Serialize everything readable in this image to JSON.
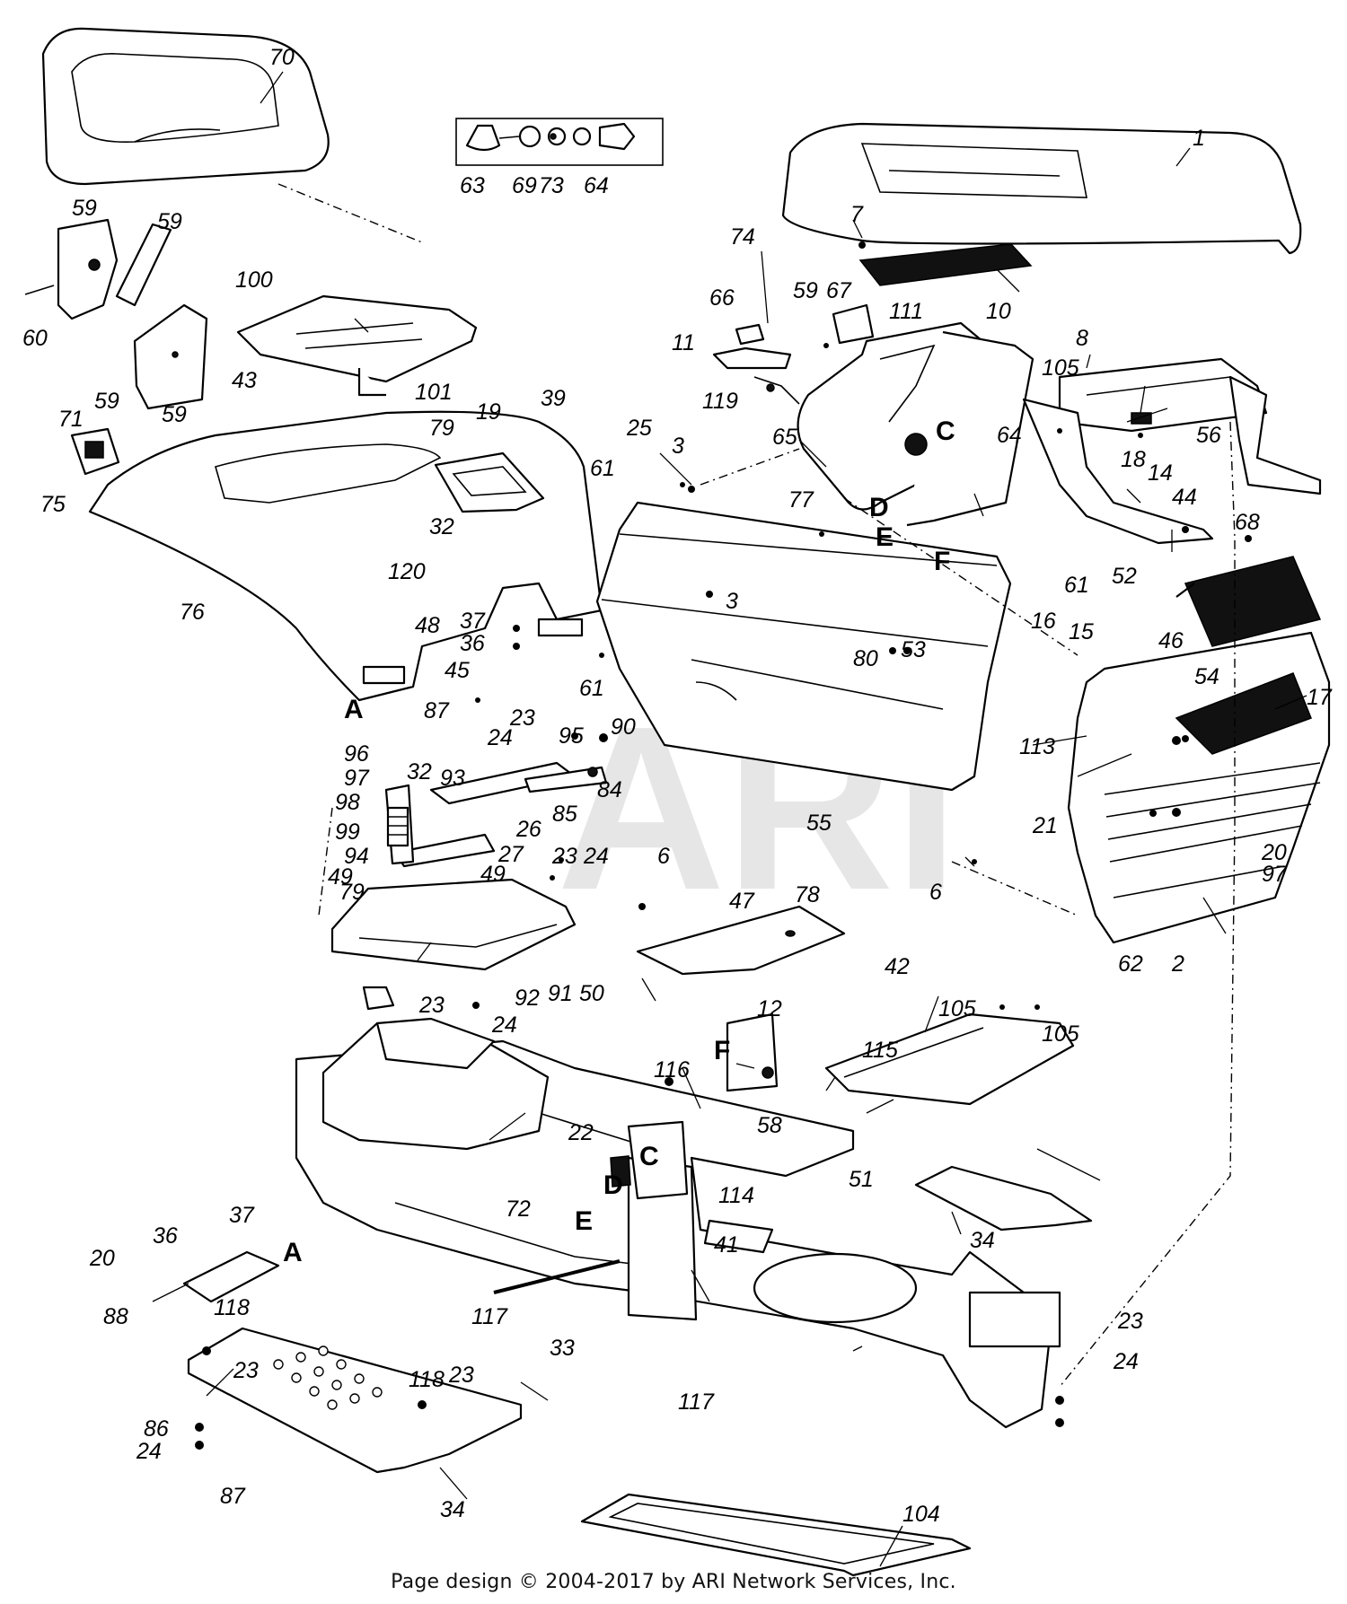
{
  "diagram": {
    "watermark": "ARI",
    "footer": "Page design © 2004-2017 by ARI Network Services, Inc.",
    "callouts": [
      {
        "id": "c70",
        "text": "70"
      },
      {
        "id": "c63",
        "text": "63"
      },
      {
        "id": "c69",
        "text": "69"
      },
      {
        "id": "c73",
        "text": "73"
      },
      {
        "id": "c64a",
        "text": "64"
      },
      {
        "id": "c1",
        "text": "1"
      },
      {
        "id": "c59a",
        "text": "59"
      },
      {
        "id": "c59b",
        "text": "59"
      },
      {
        "id": "c60",
        "text": "60"
      },
      {
        "id": "c59c",
        "text": "59"
      },
      {
        "id": "c59d",
        "text": "59"
      },
      {
        "id": "c100",
        "text": "100"
      },
      {
        "id": "c101",
        "text": "101"
      },
      {
        "id": "c74",
        "text": "74"
      },
      {
        "id": "c7",
        "text": "7"
      },
      {
        "id": "c66",
        "text": "66"
      },
      {
        "id": "c59e",
        "text": "59"
      },
      {
        "id": "c67",
        "text": "67"
      },
      {
        "id": "c111",
        "text": "111"
      },
      {
        "id": "c10",
        "text": "10"
      },
      {
        "id": "c8",
        "text": "8"
      },
      {
        "id": "c11",
        "text": "11"
      },
      {
        "id": "c119",
        "text": "119"
      },
      {
        "id": "c105a",
        "text": "105"
      },
      {
        "id": "c56",
        "text": "56"
      },
      {
        "id": "c18",
        "text": "18"
      },
      {
        "id": "c65",
        "text": "65"
      },
      {
        "id": "c64b",
        "text": "64"
      },
      {
        "id": "c14",
        "text": "14"
      },
      {
        "id": "c43",
        "text": "43"
      },
      {
        "id": "c79a",
        "text": "79"
      },
      {
        "id": "c19",
        "text": "19"
      },
      {
        "id": "c39",
        "text": "39"
      },
      {
        "id": "c25",
        "text": "25"
      },
      {
        "id": "c3a",
        "text": "3"
      },
      {
        "id": "c61a",
        "text": "61"
      },
      {
        "id": "c77",
        "text": "77"
      },
      {
        "id": "c71",
        "text": "71"
      },
      {
        "id": "c75",
        "text": "75"
      },
      {
        "id": "c32a",
        "text": "32"
      },
      {
        "id": "c120",
        "text": "120"
      },
      {
        "id": "c76",
        "text": "76"
      },
      {
        "id": "c44",
        "text": "44"
      },
      {
        "id": "c52",
        "text": "52"
      },
      {
        "id": "c68",
        "text": "68"
      },
      {
        "id": "c37a",
        "text": "37"
      },
      {
        "id": "c36a",
        "text": "36"
      },
      {
        "id": "c3b",
        "text": "3"
      },
      {
        "id": "c48",
        "text": "48"
      },
      {
        "id": "c45",
        "text": "45"
      },
      {
        "id": "c61b",
        "text": "61"
      },
      {
        "id": "c80",
        "text": "80"
      },
      {
        "id": "c53",
        "text": "53"
      },
      {
        "id": "c61c",
        "text": "61"
      },
      {
        "id": "c16",
        "text": "16"
      },
      {
        "id": "c15",
        "text": "15"
      },
      {
        "id": "c46",
        "text": "46"
      },
      {
        "id": "c54",
        "text": "54"
      },
      {
        "id": "c17",
        "text": "17"
      },
      {
        "id": "c87a",
        "text": "87"
      },
      {
        "id": "c23a",
        "text": "23"
      },
      {
        "id": "c24a",
        "text": "24"
      },
      {
        "id": "c95",
        "text": "95"
      },
      {
        "id": "c90",
        "text": "90"
      },
      {
        "id": "c96",
        "text": "96"
      },
      {
        "id": "c97a",
        "text": "97"
      },
      {
        "id": "c32b",
        "text": "32"
      },
      {
        "id": "c93",
        "text": "93"
      },
      {
        "id": "c84",
        "text": "84"
      },
      {
        "id": "c98",
        "text": "98"
      },
      {
        "id": "c85",
        "text": "85"
      },
      {
        "id": "c99",
        "text": "99"
      },
      {
        "id": "c26",
        "text": "26"
      },
      {
        "id": "c27",
        "text": "27"
      },
      {
        "id": "c94",
        "text": "94"
      },
      {
        "id": "c49a",
        "text": "49"
      },
      {
        "id": "c49b",
        "text": "49"
      },
      {
        "id": "c55",
        "text": "55"
      },
      {
        "id": "c113",
        "text": "113"
      },
      {
        "id": "c21",
        "text": "21"
      },
      {
        "id": "c23b",
        "text": "23"
      },
      {
        "id": "c24b",
        "text": "24"
      },
      {
        "id": "c6a",
        "text": "6"
      },
      {
        "id": "c6b",
        "text": "6"
      },
      {
        "id": "c20a",
        "text": "20"
      },
      {
        "id": "c97b",
        "text": "97"
      },
      {
        "id": "c79b",
        "text": "79"
      },
      {
        "id": "c47",
        "text": "47"
      },
      {
        "id": "c78",
        "text": "78"
      },
      {
        "id": "c62",
        "text": "62"
      },
      {
        "id": "c2",
        "text": "2"
      },
      {
        "id": "c92",
        "text": "92"
      },
      {
        "id": "c91",
        "text": "91"
      },
      {
        "id": "c50",
        "text": "50"
      },
      {
        "id": "c42",
        "text": "42"
      },
      {
        "id": "c105b",
        "text": "105"
      },
      {
        "id": "c105c",
        "text": "105"
      },
      {
        "id": "c23c",
        "text": "23"
      },
      {
        "id": "c24c",
        "text": "24"
      },
      {
        "id": "c12",
        "text": "12"
      },
      {
        "id": "c115",
        "text": "115"
      },
      {
        "id": "c116",
        "text": "116"
      },
      {
        "id": "c58",
        "text": "58"
      },
      {
        "id": "c22",
        "text": "22"
      },
      {
        "id": "c114",
        "text": "114"
      },
      {
        "id": "c51",
        "text": "51"
      },
      {
        "id": "c72",
        "text": "72"
      },
      {
        "id": "c37b",
        "text": "37"
      },
      {
        "id": "c36b",
        "text": "36"
      },
      {
        "id": "c41",
        "text": "41"
      },
      {
        "id": "c34a",
        "text": "34"
      },
      {
        "id": "c20b",
        "text": "20"
      },
      {
        "id": "c88",
        "text": "88"
      },
      {
        "id": "c118a",
        "text": "118"
      },
      {
        "id": "c117a",
        "text": "117"
      },
      {
        "id": "c23d",
        "text": "23"
      },
      {
        "id": "c33",
        "text": "33"
      },
      {
        "id": "c23e",
        "text": "23"
      },
      {
        "id": "c24d",
        "text": "24"
      },
      {
        "id": "c118b",
        "text": "118"
      },
      {
        "id": "c23f",
        "text": "23"
      },
      {
        "id": "c117b",
        "text": "117"
      },
      {
        "id": "c86",
        "text": "86"
      },
      {
        "id": "c24e",
        "text": "24"
      },
      {
        "id": "c87b",
        "text": "87"
      },
      {
        "id": "c34b",
        "text": "34"
      },
      {
        "id": "c104",
        "text": "104"
      }
    ],
    "letters": [
      {
        "id": "lA1",
        "text": "A"
      },
      {
        "id": "lA2",
        "text": "A"
      },
      {
        "id": "lC1",
        "text": "C"
      },
      {
        "id": "lC2",
        "text": "C"
      },
      {
        "id": "lD1",
        "text": "D"
      },
      {
        "id": "lD2",
        "text": "D"
      },
      {
        "id": "lE1",
        "text": "E"
      },
      {
        "id": "lE2",
        "text": "E"
      },
      {
        "id": "lF1",
        "text": "F"
      },
      {
        "id": "lF2",
        "text": "F"
      }
    ]
  }
}
